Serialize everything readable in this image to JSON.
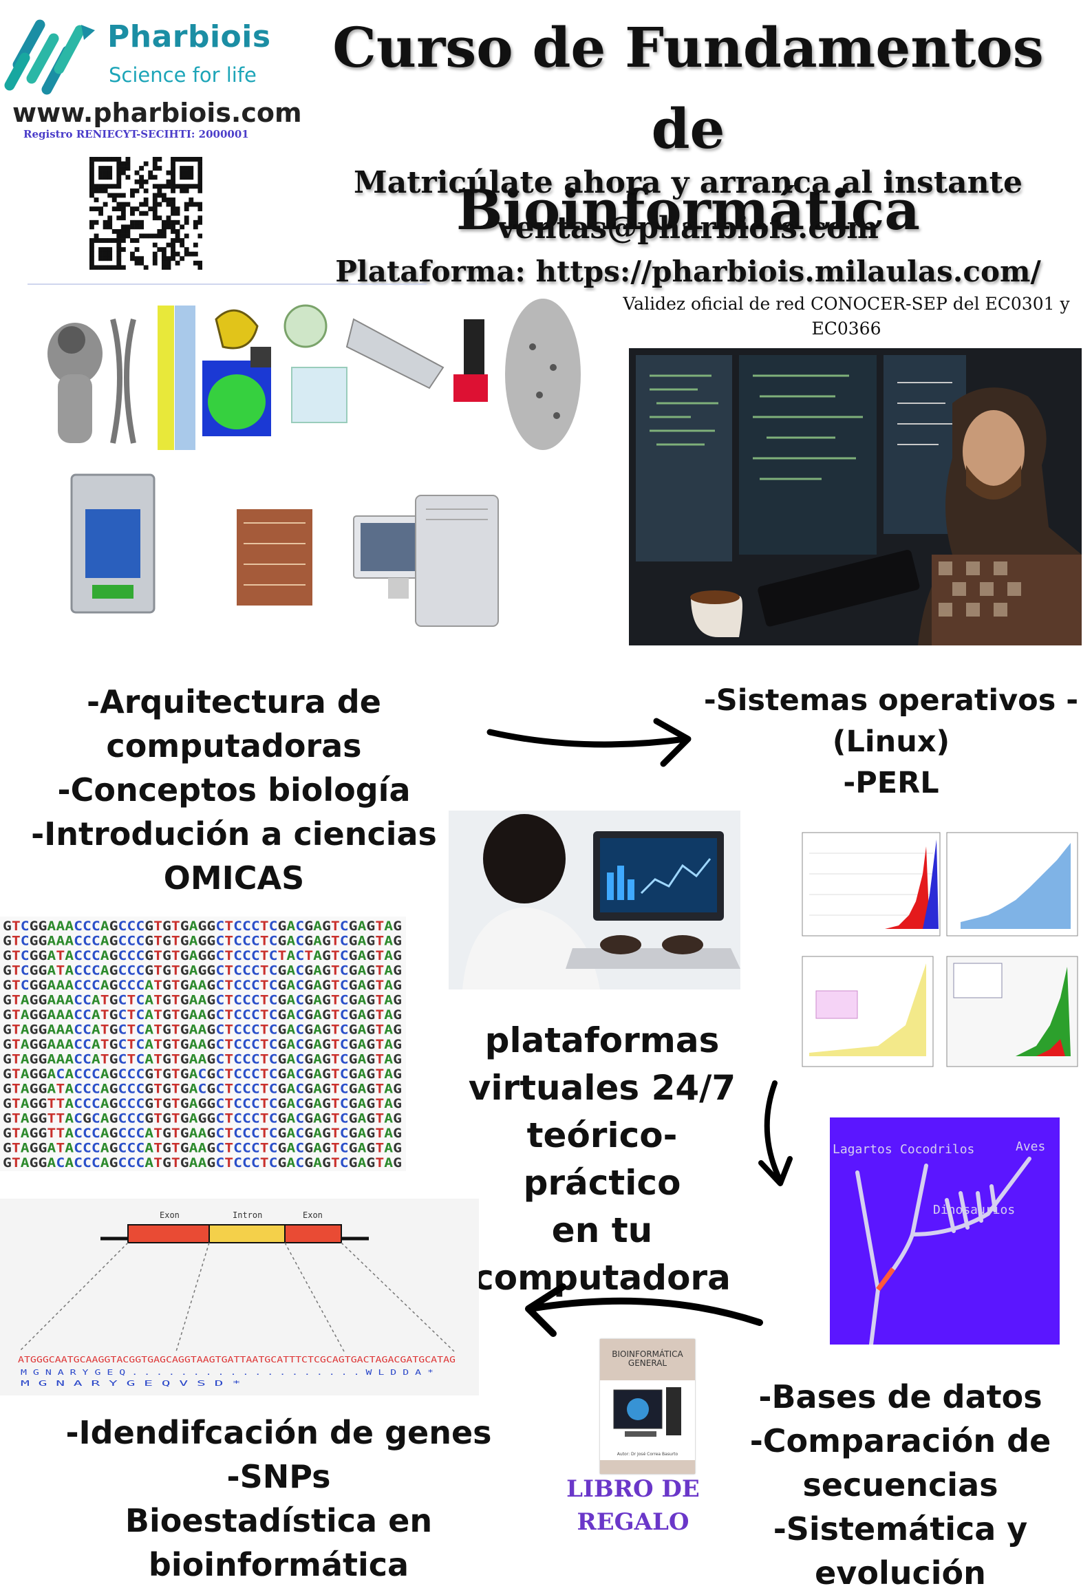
{
  "brand": {
    "name": "Pharbiois",
    "tagline": "Science for life",
    "website": "www.pharbiois.com",
    "registro": "Registro RENIECYT-SECIHTI: 2000001",
    "logo_icon": "dna-strand-logo",
    "colors": {
      "teal": "#1b8ea4",
      "purple": "#4a3cc9"
    }
  },
  "header": {
    "title_line1": "Curso de Fundamentos de",
    "title_line2": "Bioinformática",
    "enroll": "Matricúlate ahora y arranca al instante",
    "email": "ventas@pharbiois.com",
    "platform": "Plataforma:  https://pharbiois.milaulas.com/",
    "validez_line1": "Validez oficial de red CONOCER-SEP del EC0301 y",
    "validez_line2": "EC0366"
  },
  "topics_left": [
    "-Arquitectura de",
    "computadoras",
    "-Conceptos biología",
    "-Introdución a ciencias",
    "OMICAS"
  ],
  "topics_right": [
    "-Sistemas operativos -",
    "(Linux)",
    "-PERL"
  ],
  "platform_block": [
    "plataformas",
    "virtuales 24/7",
    "teórico-práctico",
    "en tu",
    "computadora"
  ],
  "topics_bottom_left": [
    "-Idendifcación de genes",
    "-SNPs",
    "Bioestadística en  bioinformática"
  ],
  "topics_bottom_right": [
    "-Bases de datos",
    "-Comparación de",
    "secuencias",
    "-Sistemática y evolución"
  ],
  "gift": {
    "line1": "LIBRO DE",
    "line2": "REGALO",
    "book_title_1": "BIOINFORMÁTICA",
    "book_title_2": "GENERAL",
    "book_author": "Autor: Dr José Correa Basurto"
  },
  "sequences": [
    "GTCGGAAACCCAGCCCGTGTGAGGCTCCCTCGACGAGTCGAGTAG",
    "GTCGGAAACCCAGCCCGTGTGAGGCTCCCTCGACGAGTCGAGTAG",
    "GTCGGATACCCAGCCCGTGTGAGGCTCCCTCTACTAGTCGAGTAG",
    "GTCGGATACCCAGCCCGTGTGAGGCTCCCTCGACGAGTCGAGTAG",
    "GTCGGAAACCCAGCCCATGTGAAGCTCCCTCGACGAGTCGAGTAG",
    "GTAGGAAACCATGCTCATGTGAAGCTCCCTCGACGAGTCGAGTAG",
    "GTAGGAAACCATGCTCATGTGAAGCTCCCTCGACGAGTCGAGTAG",
    "GTAGGAAACCATGCTCATGTGAAGCTCCCTCGACGAGTCGAGTAG",
    "GTAGGAAACCATGCTCATGTGAAGCTCCCTCGACGAGTCGAGTAG",
    "GTAGGAAACCATGCTCATGTGAAGCTCCCTCGACGAGTCGAGTAG",
    "GTAGGACACCCAGCCCGTGTGACGCTCCCTCGACGAGTCGAGTAG",
    "GTAGGATACCCAGCCCGTGTGACGCTCCCTCGACGAGTCGAGTAG",
    "GTAGGTTACCCAGCCCGTGTGAGGCTCCCTCGACGAGTCGAGTAG",
    "GTAGGTTACGCAGCCCGTGTGAGGCTCCCTCGACGAGTCGAGTAG",
    "GTAGGTTACCCAGCCCATGTGAAGCTCCCTCGACGAGTCGAGTAG",
    "GTAGGATACCCAGCCCATGTGAAGCTCCCTCGACGAGTCGAGTAG",
    "GTAGGACACCCAGCCCATGTGAAGCTCCCTCGACGAGTCGAGTAG"
  ],
  "gene_diagram": {
    "exon1": "Exon",
    "intron": "Intron",
    "exon2": "Exon",
    "dna_row": "ATGGGCAATGCAAGGTACGGTGAGCAGGTAAGTGATTAATGCATTTCTCGCAGTGACTAGACGATGCATAG",
    "protein_row1": "M  G  N  A  R  Y  G  E  Q  . . . . . . . . . . . . . . . . . . .  W  L  D  D  A  *",
    "protein_row2": "M  G  N  A  R  Y  G  E  Q  V  S  D  *"
  },
  "phylogeny": {
    "label1": "Lagartos",
    "label2": "Cocodrilos",
    "label3": "Aves",
    "label4": "Dinosaurios",
    "bg": "#5b16ff"
  }
}
